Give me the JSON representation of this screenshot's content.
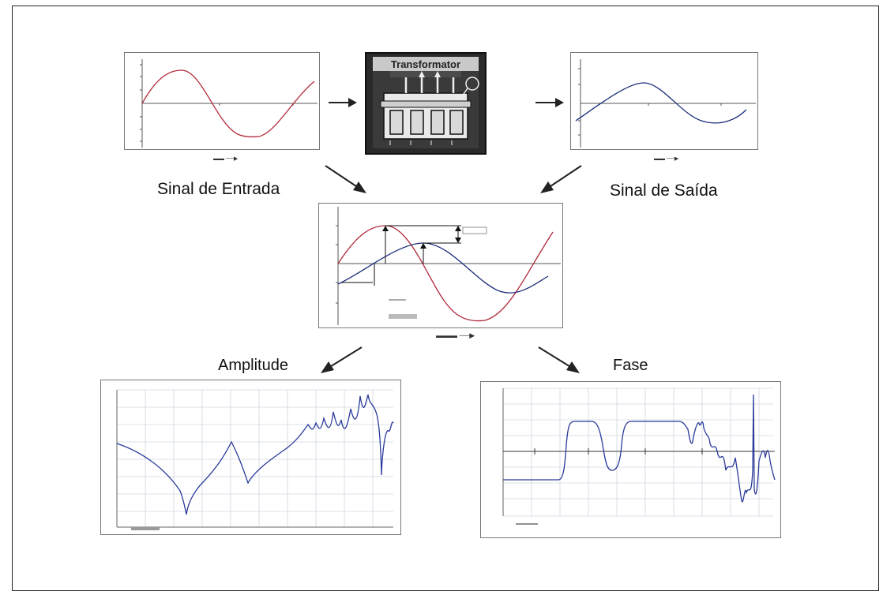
{
  "labels": {
    "input": "Sinal de Entrada",
    "output": "Sinal de Saída",
    "amplitude": "Amplitude",
    "phase": "Fase",
    "transformer": "Transformator"
  },
  "colors": {
    "input_wave": "#b0283a",
    "output_wave": "#1c2d7a",
    "fra_curve": "#2a3a9a",
    "grid": "#cfd6e0",
    "frame": "#222222",
    "transformer_bg": "#2a2a2a"
  },
  "icons": [
    "arrow-right-icon",
    "arrow-down-right-icon",
    "arrow-down-left-icon",
    "transformer-icon"
  ]
}
